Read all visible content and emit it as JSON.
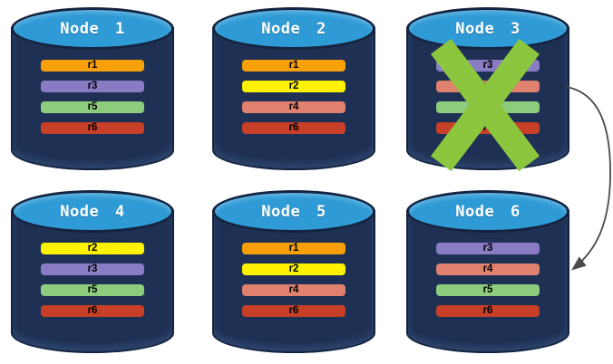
{
  "diagram": {
    "background": "#FFFFFF",
    "colors": {
      "cylinder_body": "#1E3154",
      "cylinder_outline": "#142440",
      "cylinder_top": "#2F9BD6",
      "node_title": "#FFFFFF",
      "replica_label": "#000000",
      "failure_x": "#8CC63F",
      "arrow": "#4A4A4A",
      "replica_colors": {
        "r1": "#F7A00A",
        "r2": "#FEF200",
        "r3": "#8A7BC5",
        "r4": "#E0806E",
        "r5": "#8DCB7D",
        "r6": "#C63F26"
      }
    },
    "nodes": [
      {
        "title": "Node 1",
        "replicas": [
          "r1",
          "r3",
          "r5",
          "r6"
        ],
        "failed": false
      },
      {
        "title": "Node 2",
        "replicas": [
          "r1",
          "r2",
          "r4",
          "r6"
        ],
        "failed": false
      },
      {
        "title": "Node 3",
        "replicas": [
          "r3",
          "r4",
          "r5",
          "r6"
        ],
        "failed": true
      },
      {
        "title": "Node 4",
        "replicas": [
          "r2",
          "r3",
          "r5",
          "r6"
        ],
        "failed": false
      },
      {
        "title": "Node 5",
        "replicas": [
          "r1",
          "r2",
          "r4",
          "r6"
        ],
        "failed": false
      },
      {
        "title": "Node 6",
        "replicas": [
          "r3",
          "r4",
          "r5",
          "r6"
        ],
        "failed": false
      }
    ],
    "failure_marker": {
      "node": "Node 3",
      "symbol": "x-mark"
    },
    "arrow": {
      "from_node": "Node 3",
      "to_node": "Node 6"
    }
  }
}
